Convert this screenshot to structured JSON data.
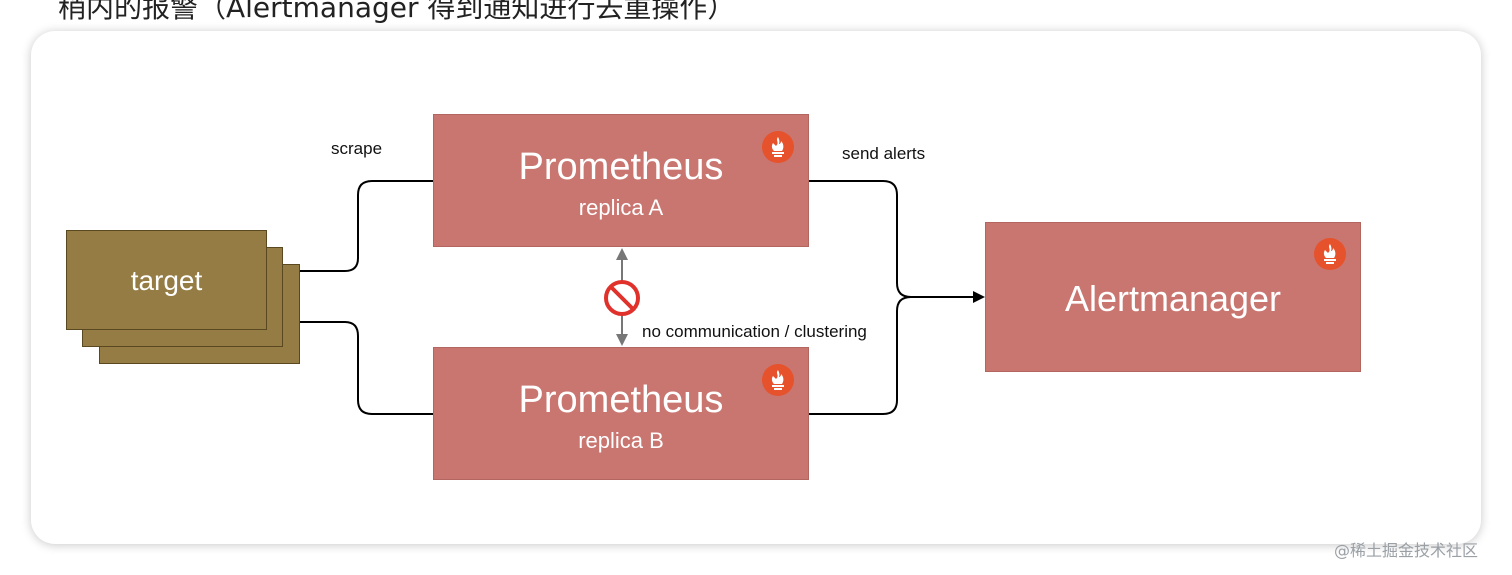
{
  "header": {
    "cut_text": "稍内的报警（Alertmanager 得到通知进行去重操作）"
  },
  "diagram": {
    "prometheus_a": {
      "title": "Prometheus",
      "subtitle": "replica A"
    },
    "prometheus_b": {
      "title": "Prometheus",
      "subtitle": "replica B"
    },
    "alertmanager": {
      "title": "Alertmanager"
    },
    "target": {
      "label": "target"
    },
    "edges": {
      "scrape": "scrape",
      "send_alerts": "send alerts",
      "no_comm": "no communication / clustering"
    }
  },
  "colors": {
    "node_fill": "#c97570",
    "target_fill": "#957c44",
    "prometheus_logo": "#e6522c",
    "no_symbol": "#e0312a"
  },
  "icons": [
    "prometheus-logo-icon",
    "no-entry-icon"
  ],
  "watermark": "@稀土掘金技术社区"
}
